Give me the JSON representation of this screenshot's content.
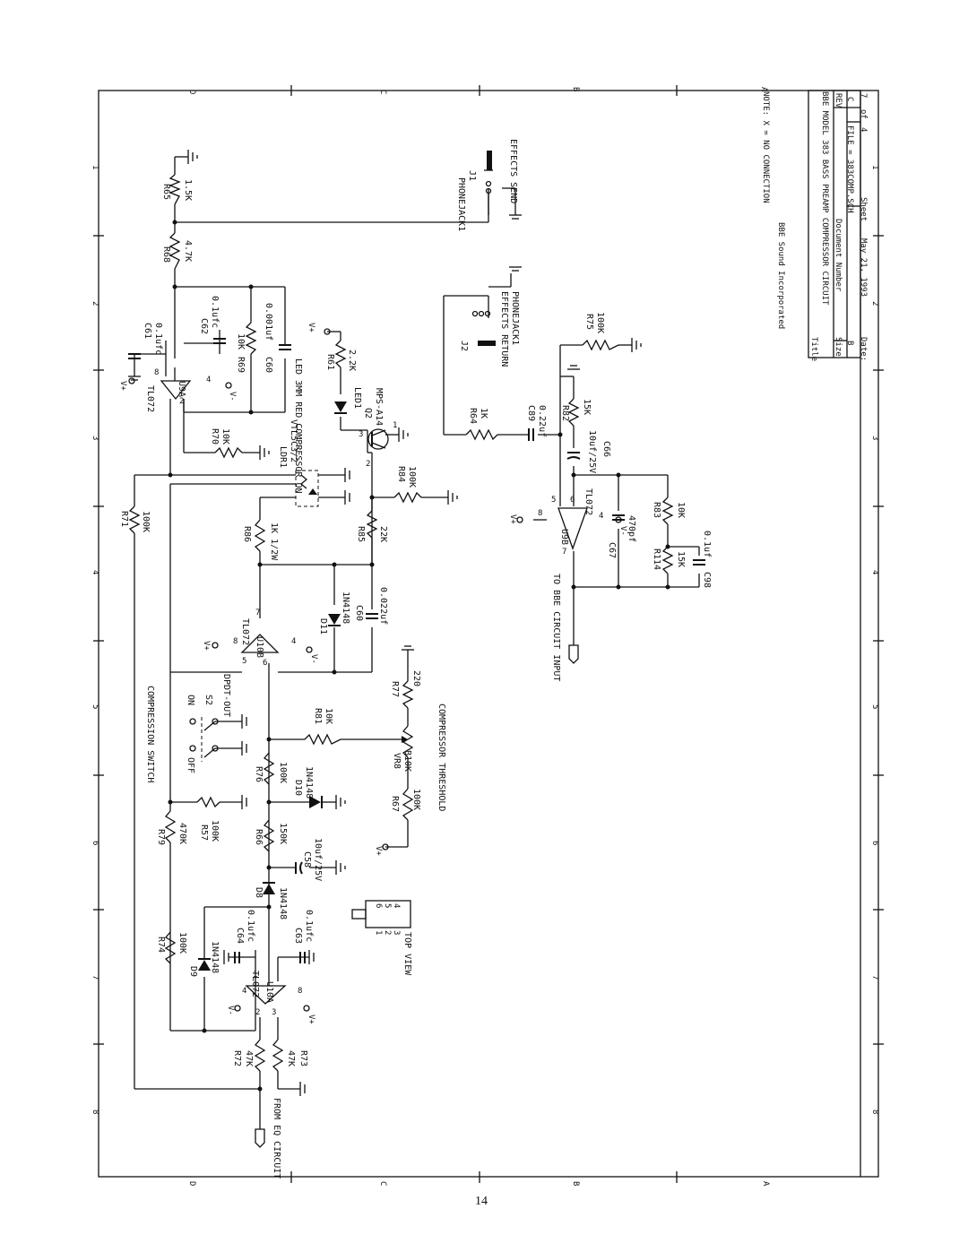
{
  "border": {
    "top_labels": [
      "D",
      "C",
      "B",
      "A"
    ],
    "bottom_labels": [
      "D",
      "C",
      "B",
      "A"
    ],
    "side_labels": [
      "1",
      "2",
      "3",
      "4",
      "5",
      "6",
      "7",
      "8"
    ]
  },
  "title_block": {
    "note": "NOTE: X = NO CONNECTION",
    "company": "BBE Sound Incorporated",
    "title_label": "Title",
    "title": "BBE MODEL 383 BASS PREAMP COMPRESSOR CIRCUIT",
    "size_label": "Size",
    "size": "B",
    "docnum_label": "Document Number",
    "file": "FILE = 383COMP.SCH",
    "rev_label": "REV",
    "rev": "C",
    "date_label": "Date:",
    "date": "May 21, 1993",
    "sheet_label": "Sheet",
    "sheet": "4",
    "of_label": "of",
    "of": "7"
  },
  "labels": {
    "from_eq": "FROM EQ CIRCUIT",
    "to_bbe": "TO BBE CIRCUIT INPUT",
    "compression_switch": "COMPRESSION SWITCH",
    "compressor_threshold": "COMPRESSOR THRESHOLD",
    "effects_send": "EFFECTS SEND",
    "effects_return": "EFFECTS RETURN",
    "phonejack_j1": "PHONEJACK1",
    "phonejack_j2": "PHONEJACK1",
    "top_view": "TOP VIEW",
    "led_desc": "LED 3MM RED COMPRESSOR ON",
    "switch_desc": "DPDT-OUT",
    "off": "OFF",
    "on": "ON",
    "vplus": "V+",
    "vminus": "V-"
  },
  "components": {
    "R65": [
      "R65",
      "1.5K"
    ],
    "R68": [
      "R68",
      "4.7K"
    ],
    "C61": [
      "C61",
      "0.1ufc"
    ],
    "C62": [
      "C62",
      "0.1ufc"
    ],
    "R69": [
      "R69",
      "10K"
    ],
    "C60": [
      "C60",
      "0.001uf"
    ],
    "U9A": [
      "U9A",
      "TL072"
    ],
    "R70": [
      "R70",
      "10K"
    ],
    "R71": [
      "R71",
      "100K"
    ],
    "LDR1": [
      "LDR1",
      "VTL5C3/2"
    ],
    "R61": [
      "R61",
      "2.2K"
    ],
    "LED1": [
      "LED1",
      ""
    ],
    "Q2": [
      "Q2",
      "MPS-A14"
    ],
    "R84": [
      "R84",
      "100K"
    ],
    "R86": [
      "R86",
      "1K 1/2W"
    ],
    "R85": [
      "R85",
      "22K"
    ],
    "U10B": [
      "U10B",
      "TL072"
    ],
    "D11": [
      "D11",
      "1N4148"
    ],
    "C60b": [
      "C60",
      "0.022uf"
    ],
    "R64": [
      "R64",
      "1K"
    ],
    "C89": [
      "C89",
      "0.22uf"
    ],
    "R82": [
      "R82",
      "15K"
    ],
    "R75": [
      "R75",
      "100K"
    ],
    "C66": [
      "C66",
      "10uf/25V"
    ],
    "U9B": [
      "U9B",
      "TL072"
    ],
    "C67": [
      "C67",
      "470pf"
    ],
    "R83": [
      "R83",
      "10K"
    ],
    "R114": [
      "R114",
      "15K"
    ],
    "C98": [
      "C98",
      "0.1uf"
    ],
    "J1": [
      "J1",
      ""
    ],
    "J2": [
      "J2",
      ""
    ],
    "S2": [
      "S2",
      ""
    ],
    "R81": [
      "R81",
      "10K"
    ],
    "R77": [
      "R77",
      "220"
    ],
    "VR8": [
      "VR8",
      "B10K"
    ],
    "R76": [
      "R76",
      "100K"
    ],
    "D10": [
      "D10",
      "1N4148"
    ],
    "R67": [
      "R67",
      "100K"
    ],
    "R79": [
      "R79",
      "470K"
    ],
    "R57": [
      "R57",
      "100K"
    ],
    "R66": [
      "R66",
      "150K"
    ],
    "C58": [
      "C58",
      "10uf/25V"
    ],
    "D8": [
      "D8",
      "1N4148"
    ],
    "R74": [
      "R74",
      "100K"
    ],
    "D9": [
      "D9",
      "1N4148"
    ],
    "C64": [
      "C64",
      "0.1ufc"
    ],
    "C63": [
      "C63",
      "0.1ufc"
    ],
    "U10A": [
      "U10A",
      "TL072"
    ],
    "R72": [
      "R72",
      "47K"
    ],
    "R73": [
      "R73",
      "47K"
    ]
  },
  "pin_numbers": {
    "p1": "1",
    "p2": "2",
    "p3": "3",
    "p4": "4",
    "p5": "5",
    "p6": "6",
    "p7": "7",
    "p8": "8"
  },
  "top_view_pins": [
    [
      "1",
      "6"
    ],
    [
      "2",
      "5"
    ],
    [
      "3",
      "4"
    ]
  ],
  "page_number": "14"
}
